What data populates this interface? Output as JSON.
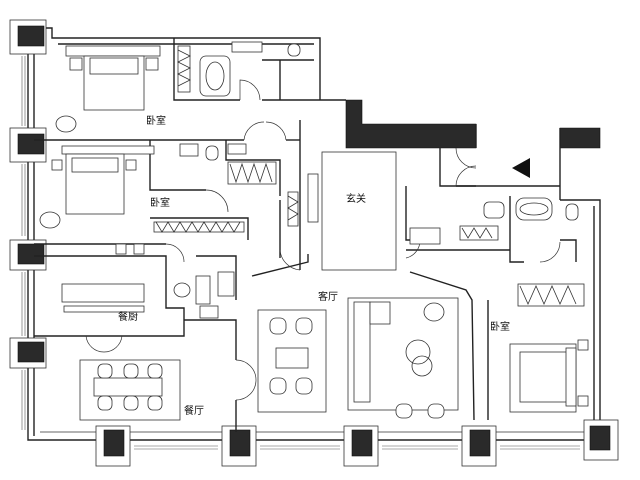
{
  "rooms": {
    "bedroom_top": "卧室",
    "bedroom_middle": "卧室",
    "entrance": "玄关",
    "living_room": "客厅",
    "kitchen": "餐厨",
    "dining_room": "餐厅",
    "bedroom_right": "卧室"
  },
  "colors": {
    "wall": "#222222",
    "column": "#2a2a2a",
    "fixture": "#333333",
    "background": "#ffffff"
  },
  "icons": {
    "entry_arrow": "triangle-left-icon"
  }
}
